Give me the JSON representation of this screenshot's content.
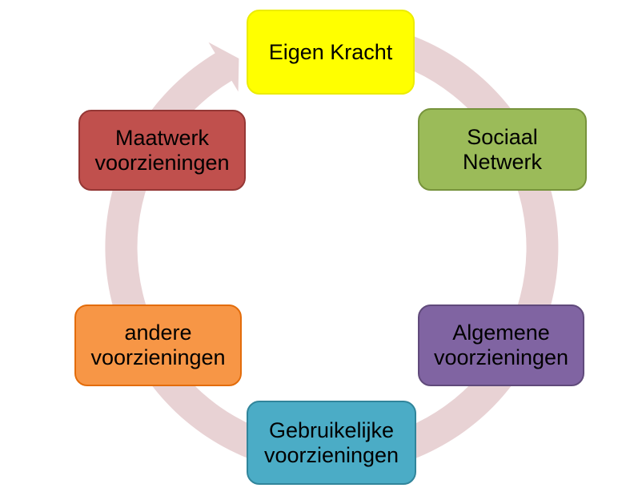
{
  "diagram": {
    "type": "cycle",
    "background_color": "#FFFFFF",
    "text_color": "#000000",
    "arrow": {
      "name": "cycle-arrow",
      "direction": "clockwise",
      "color": "#E8D2D4"
    },
    "nodes": [
      {
        "label": "Eigen Kracht",
        "fill": "#FFFF00",
        "border": "#ECEC00",
        "position": "top"
      },
      {
        "label": "Sociaal\nNetwerk",
        "fill": "#9BBB59",
        "border": "#77933C",
        "position": "top-right"
      },
      {
        "label": "Algemene\nvoorzieningen",
        "fill": "#8064A2",
        "border": "#604A7B",
        "position": "bottom-right"
      },
      {
        "label": "Gebruikelijke\nvoorzieningen",
        "fill": "#4BACC6",
        "border": "#31859B",
        "position": "bottom"
      },
      {
        "label": "andere\nvoorzieningen",
        "fill": "#F79646",
        "border": "#E36C0A",
        "position": "bottom-left"
      },
      {
        "label": "Maatwerk\nvoorzieningen",
        "fill": "#C0504D",
        "border": "#953735",
        "position": "top-left"
      }
    ]
  }
}
